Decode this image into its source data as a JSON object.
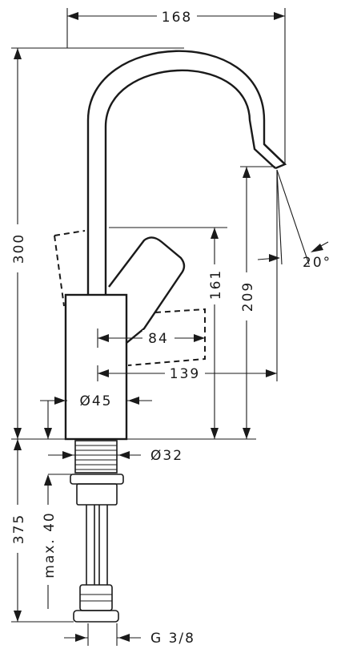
{
  "dimensions": {
    "width_168": "168",
    "height_300": "300",
    "angle_20": "20°",
    "height_209": "209",
    "height_161": "161",
    "reach_84": "84",
    "reach_139": "139",
    "diameter_45": "Ø45",
    "diameter_32": "Ø32",
    "length_375": "375",
    "max_40": "max. 40",
    "thread_g38": "G 3/8"
  }
}
